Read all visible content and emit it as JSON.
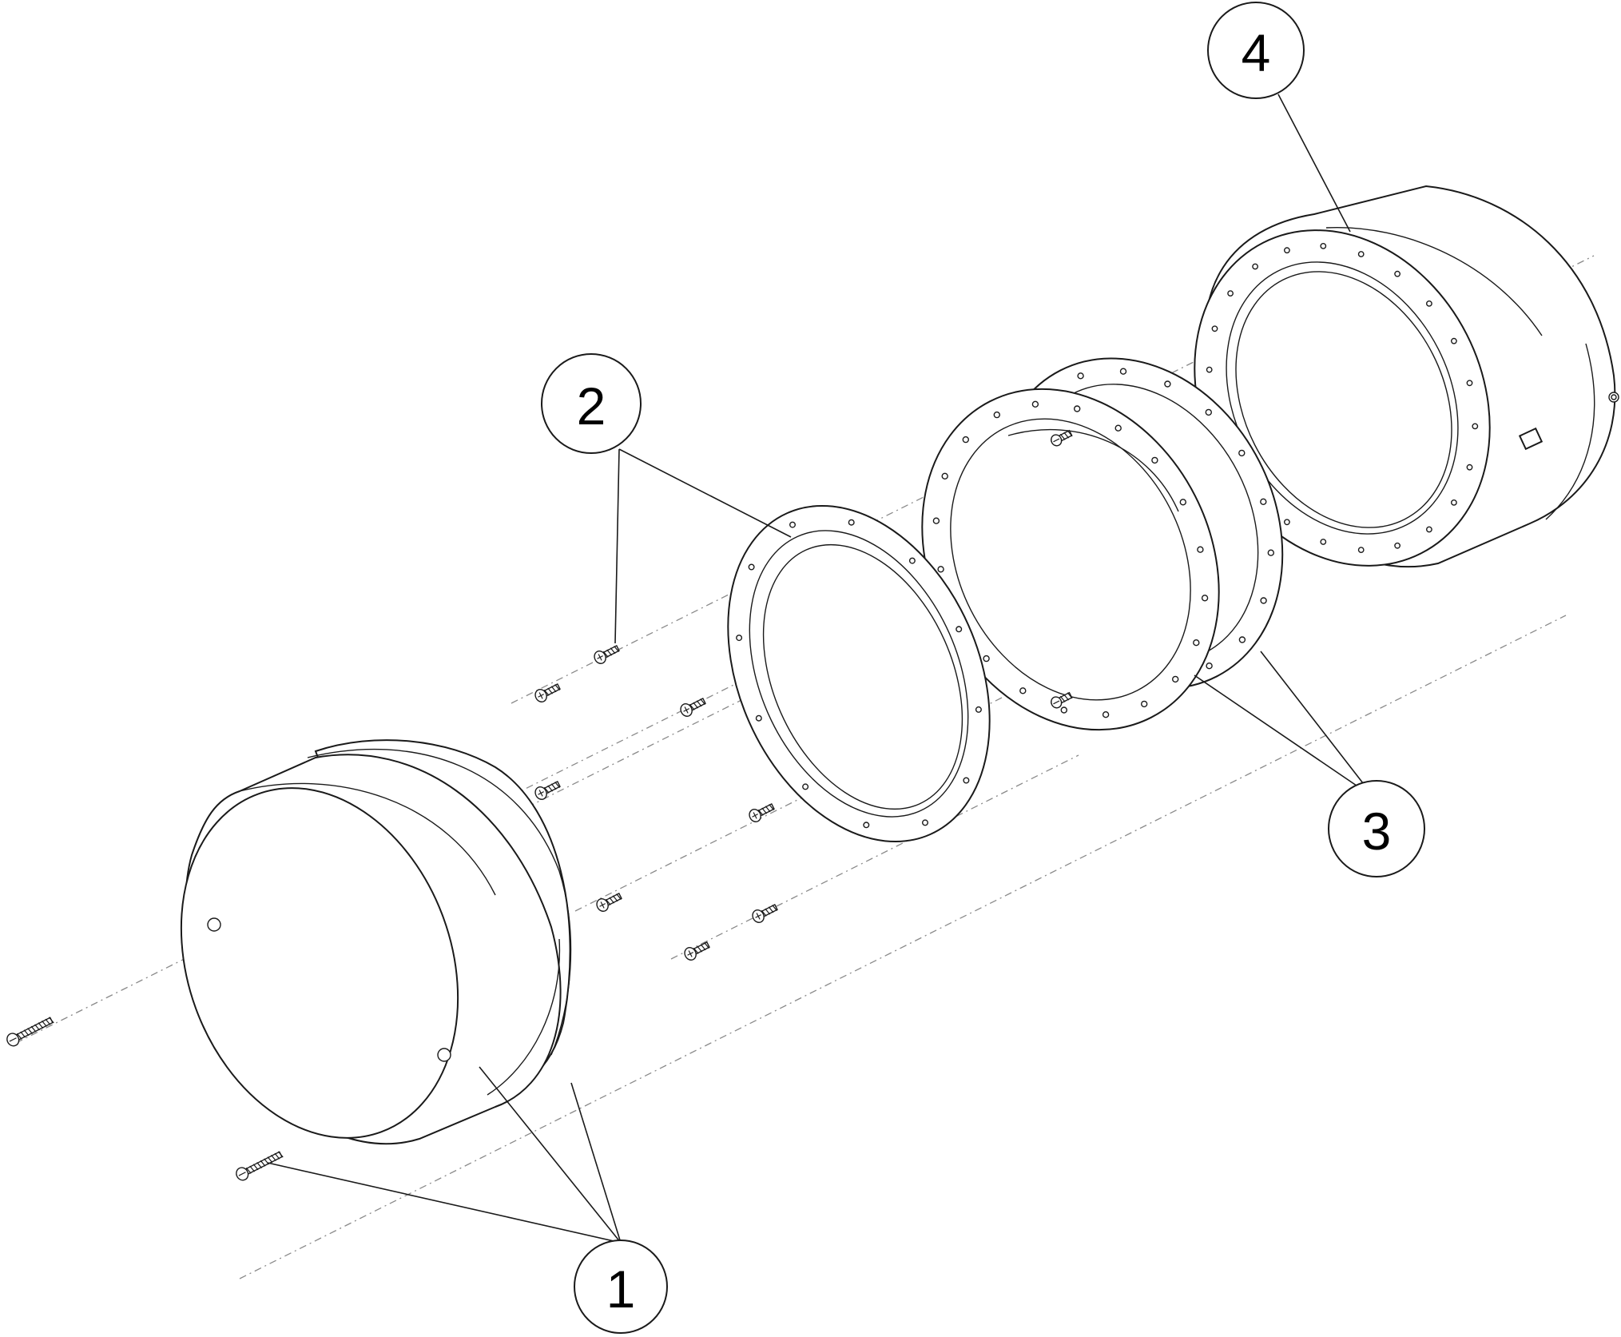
{
  "callouts": [
    {
      "id": "1",
      "label": "1"
    },
    {
      "id": "2",
      "label": "2"
    },
    {
      "id": "3",
      "label": "3"
    },
    {
      "id": "4",
      "label": "4"
    }
  ],
  "colors": {
    "line": "#1a1a1a",
    "axis": "#8a8a8a",
    "background": "#ffffff"
  }
}
